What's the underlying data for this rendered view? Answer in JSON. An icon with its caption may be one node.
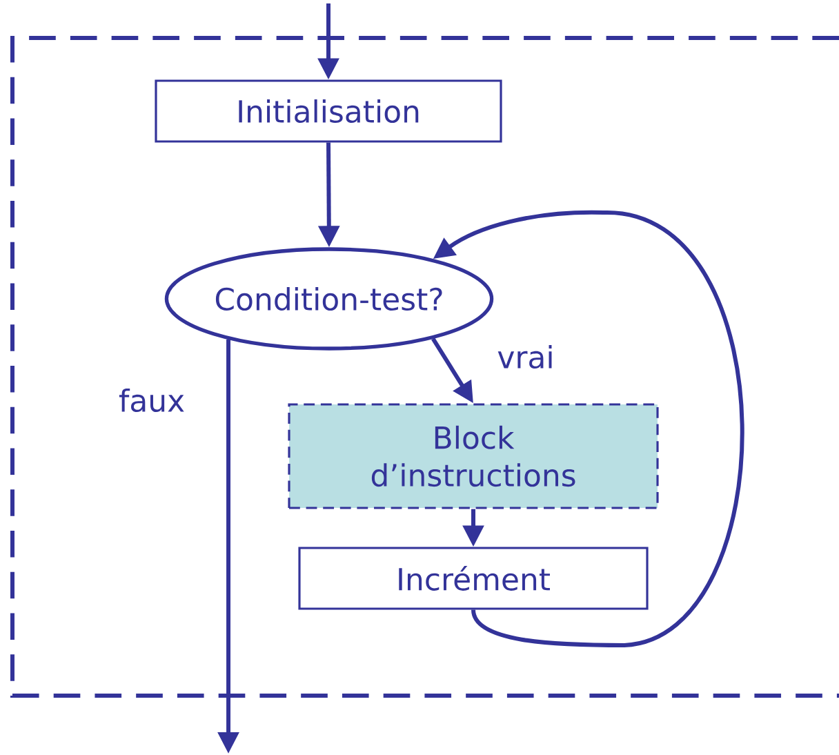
{
  "diagram": {
    "nodes": [
      {
        "text": [
          "Initialisation"
        ]
      },
      {
        "text": [
          "Condition-test?"
        ]
      },
      {
        "text": [
          "Block d’instructions"
        ]
      },
      {
        "text": [
          "Incrément"
        ]
      }
    ],
    "edges": [
      {
        "from": null,
        "to": 0,
        "arrow": "to"
      },
      {
        "from": 0,
        "to": 1,
        "arrow": "to"
      },
      {
        "from": 1,
        "to": 2,
        "arrow": "to",
        "label": "vrai"
      },
      {
        "from": 2,
        "to": 3,
        "arrow": "to"
      },
      {
        "from": 3,
        "to": 1,
        "arrow": "to"
      },
      {
        "from": 1,
        "to": null,
        "arrow": "to",
        "label": "faux"
      }
    ]
  }
}
